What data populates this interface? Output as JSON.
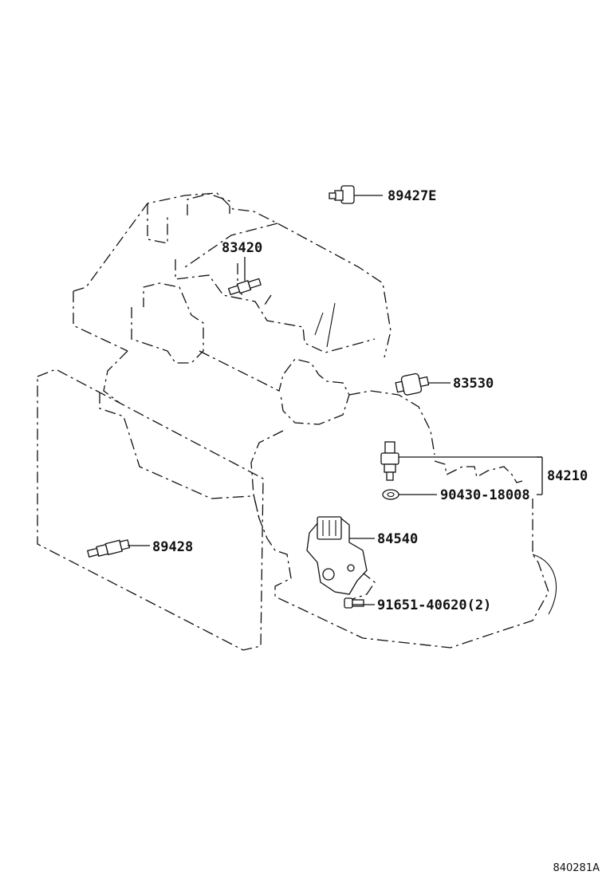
{
  "figure_code": "840281A",
  "callouts": [
    {
      "id": "c1",
      "label": "89427E",
      "part": "oil-pressure-switch"
    },
    {
      "id": "c2",
      "label": "83420",
      "part": "water-temperature-sender"
    },
    {
      "id": "c3",
      "label": "83530",
      "part": "vehicle-speed-sensor"
    },
    {
      "id": "c4",
      "label": "84210",
      "part": "switch-assembly"
    },
    {
      "id": "c5",
      "label": "90430-18008",
      "part": "gasket"
    },
    {
      "id": "c6",
      "label": "84540",
      "part": "neutral-start-switch"
    },
    {
      "id": "c7",
      "label": "91651-40620(2)",
      "part": "bolt"
    },
    {
      "id": "c8",
      "label": "89428",
      "part": "temperature-sensor"
    }
  ],
  "icons": {
    "engine_outline": "engine-block-outline",
    "transmission_outline": "transmission-outline",
    "radiator_outline": "radiator-outline"
  }
}
